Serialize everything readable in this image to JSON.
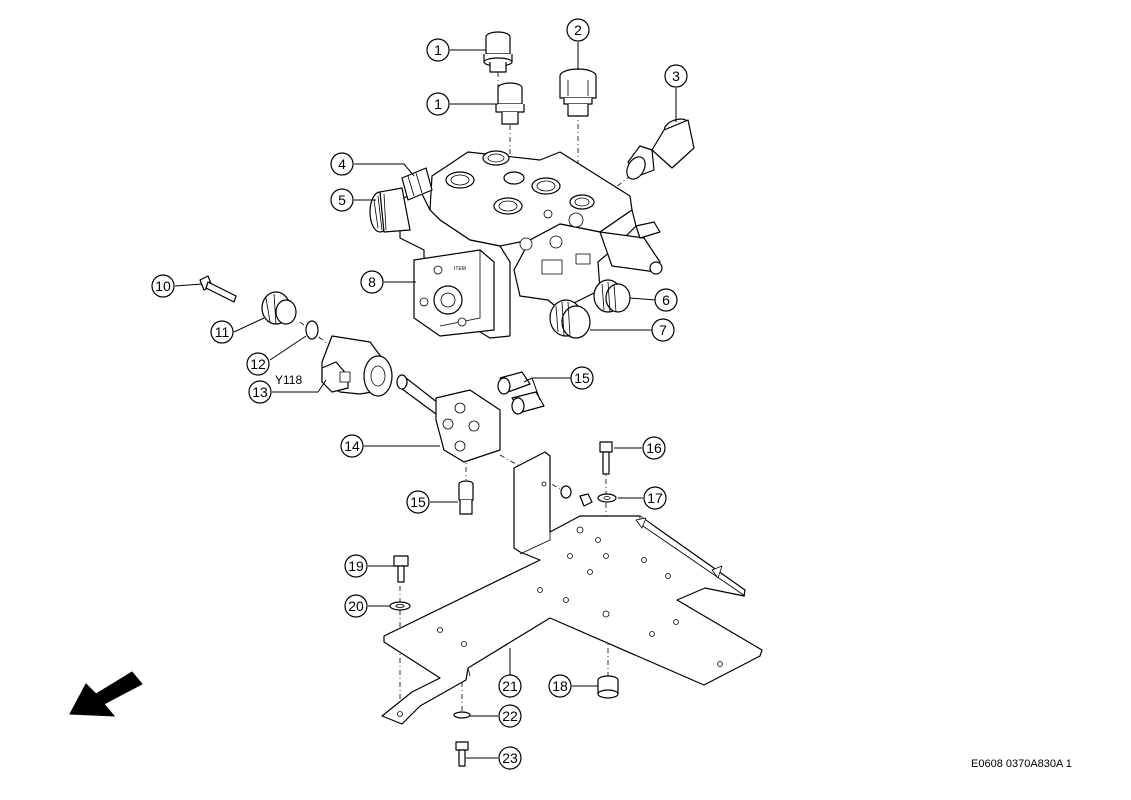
{
  "callouts": {
    "c1a": "1",
    "c1b": "1",
    "c2": "2",
    "c3": "3",
    "c4": "4",
    "c5": "5",
    "c6": "6",
    "c7": "7",
    "c8": "8",
    "c10": "10",
    "c11": "11",
    "c12": "12",
    "c13": "13",
    "c14": "14",
    "c15a": "15",
    "c15b": "15",
    "c16": "16",
    "c17": "17",
    "c18": "18",
    "c19": "19",
    "c20": "20",
    "c21": "21",
    "c22": "22",
    "c23": "23"
  },
  "labels": {
    "solenoid_code": "Y118",
    "drawing_ref": "E0608 0370A830A 1"
  }
}
